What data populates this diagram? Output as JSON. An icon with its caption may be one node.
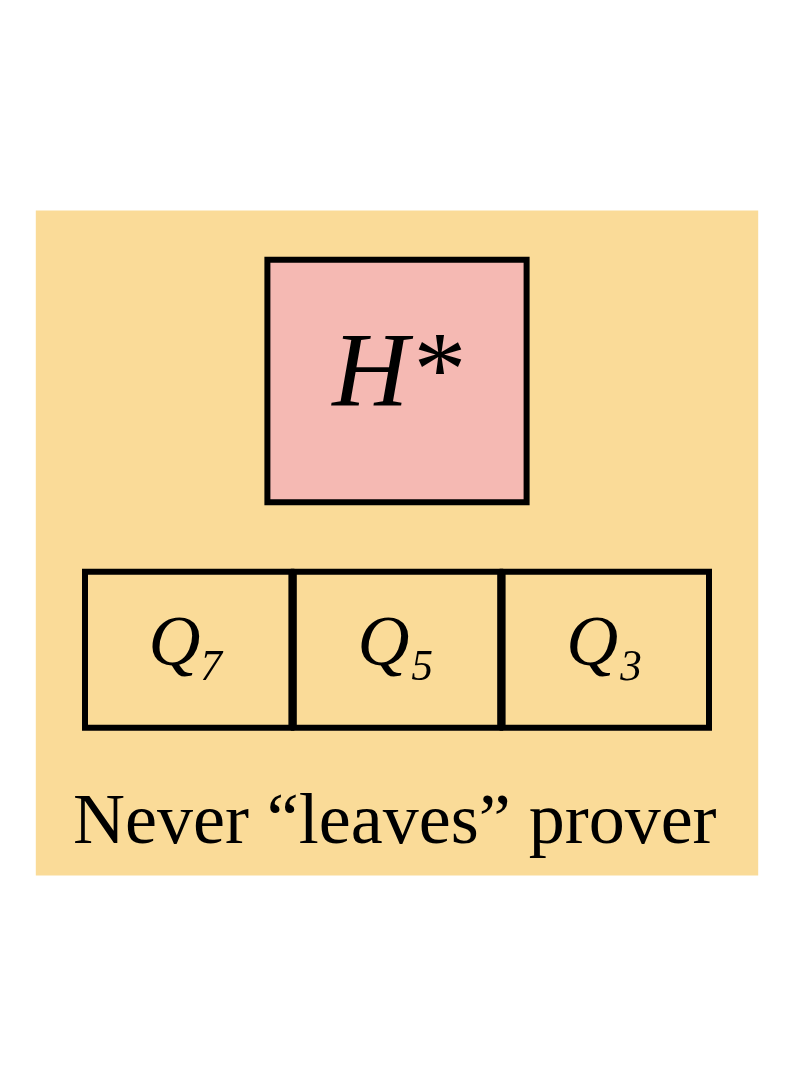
{
  "diagram": {
    "nodes": [
      {
        "text": [
          "Never “leaves” prover"
        ]
      },
      {
        "text": [
          "H*"
        ],
        "in": 0
      },
      {
        "text": [
          "Q₇"
        ],
        "in": 0
      },
      {
        "text": [
          "Q₅"
        ],
        "in": 0
      },
      {
        "text": [
          "Q₃"
        ],
        "in": 0
      }
    ]
  }
}
